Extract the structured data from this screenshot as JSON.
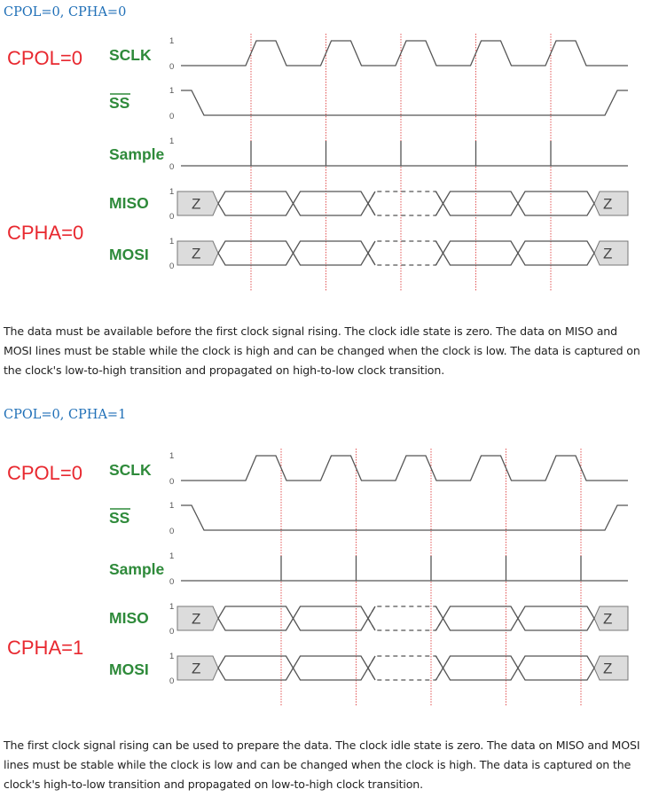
{
  "sections": [
    {
      "heading": "CPOL=0, CPHA=0",
      "diagram": {
        "mode_labels": {
          "cpol": "CPOL=0",
          "cpha": "CPHA=0"
        },
        "signals": [
          "SCLK",
          "SS",
          "Sample",
          "MISO",
          "MOSI"
        ],
        "level_high": "1",
        "level_low": "0",
        "hiz_label": "Z",
        "clock_idle": 0,
        "clock_pulses": 5,
        "sample_edge": "rising",
        "data_cells": 5,
        "dashed_cell": 3
      },
      "description": "The data must be available before the first clock signal rising. The clock idle state is zero. The data on MISO and MOSI lines must be stable while the clock is high and can be changed when the clock is low. The data is captured on the clock's low-to-high transition and propagated on high-to-low clock transition."
    },
    {
      "heading": "CPOL=0, CPHA=1",
      "diagram": {
        "mode_labels": {
          "cpol": "CPOL=0",
          "cpha": "CPHA=1"
        },
        "signals": [
          "SCLK",
          "SS",
          "Sample",
          "MISO",
          "MOSI"
        ],
        "level_high": "1",
        "level_low": "0",
        "hiz_label": "Z",
        "clock_idle": 0,
        "clock_pulses": 5,
        "sample_edge": "falling",
        "data_cells": 5,
        "dashed_cell": 3
      },
      "description": "The first clock signal rising can be used to prepare the data. The clock idle state is zero. The data on MISO and MOSI lines must be stable while the clock is low and can be changed when the clock is high. The data is captured on the clock's high-to-low transition and propagated on low-to-high clock transition."
    }
  ]
}
